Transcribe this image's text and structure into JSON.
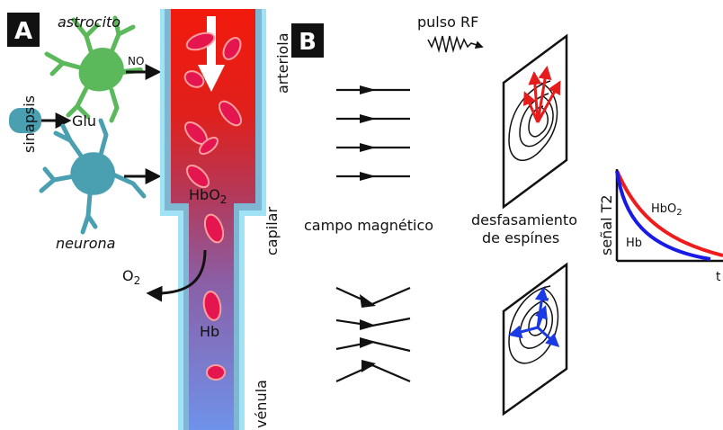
{
  "panel_a": {
    "label": "A",
    "astrocyte_label": "astrocito",
    "no_label": "NO",
    "synapse_label": "sinapsis",
    "glu_label": "Glu",
    "neuron_label": "neurona",
    "arteriole_label": "arteriola",
    "capillary_label": "capilar",
    "venule_label": "vénula",
    "hbo2_label": "HbO",
    "hbo2_sub": "2",
    "o2_label": "O",
    "o2_sub": "2",
    "hb_label": "Hb"
  },
  "panel_b": {
    "label": "B",
    "rf_label": "pulso RF",
    "field_label": "campo magnético",
    "dephasing_line1": "desfasamiento",
    "dephasing_line2": "de espínes",
    "t2_axis_label": "señal T2",
    "t_axis_label": "t",
    "hbo2_curve_label": "HbO",
    "hbo2_curve_sub": "2",
    "hb_curve_label": "Hb"
  },
  "colors": {
    "panel_label_bg": "#111111",
    "astrocyte": "#5bb85b",
    "neuron": "#4a9fb0",
    "synapse": "#4a9fb0",
    "arterial_blood": "#ee1c10",
    "venous_blood": "#6e8fe6",
    "vessel_wall": "#9fe3f5",
    "red_cell": "#e4154f",
    "hbo2_curve": "#ee1c1c",
    "hb_curve": "#1a1ae6",
    "spin_red": "#e61c1c",
    "spin_blue": "#1a3ae6"
  }
}
